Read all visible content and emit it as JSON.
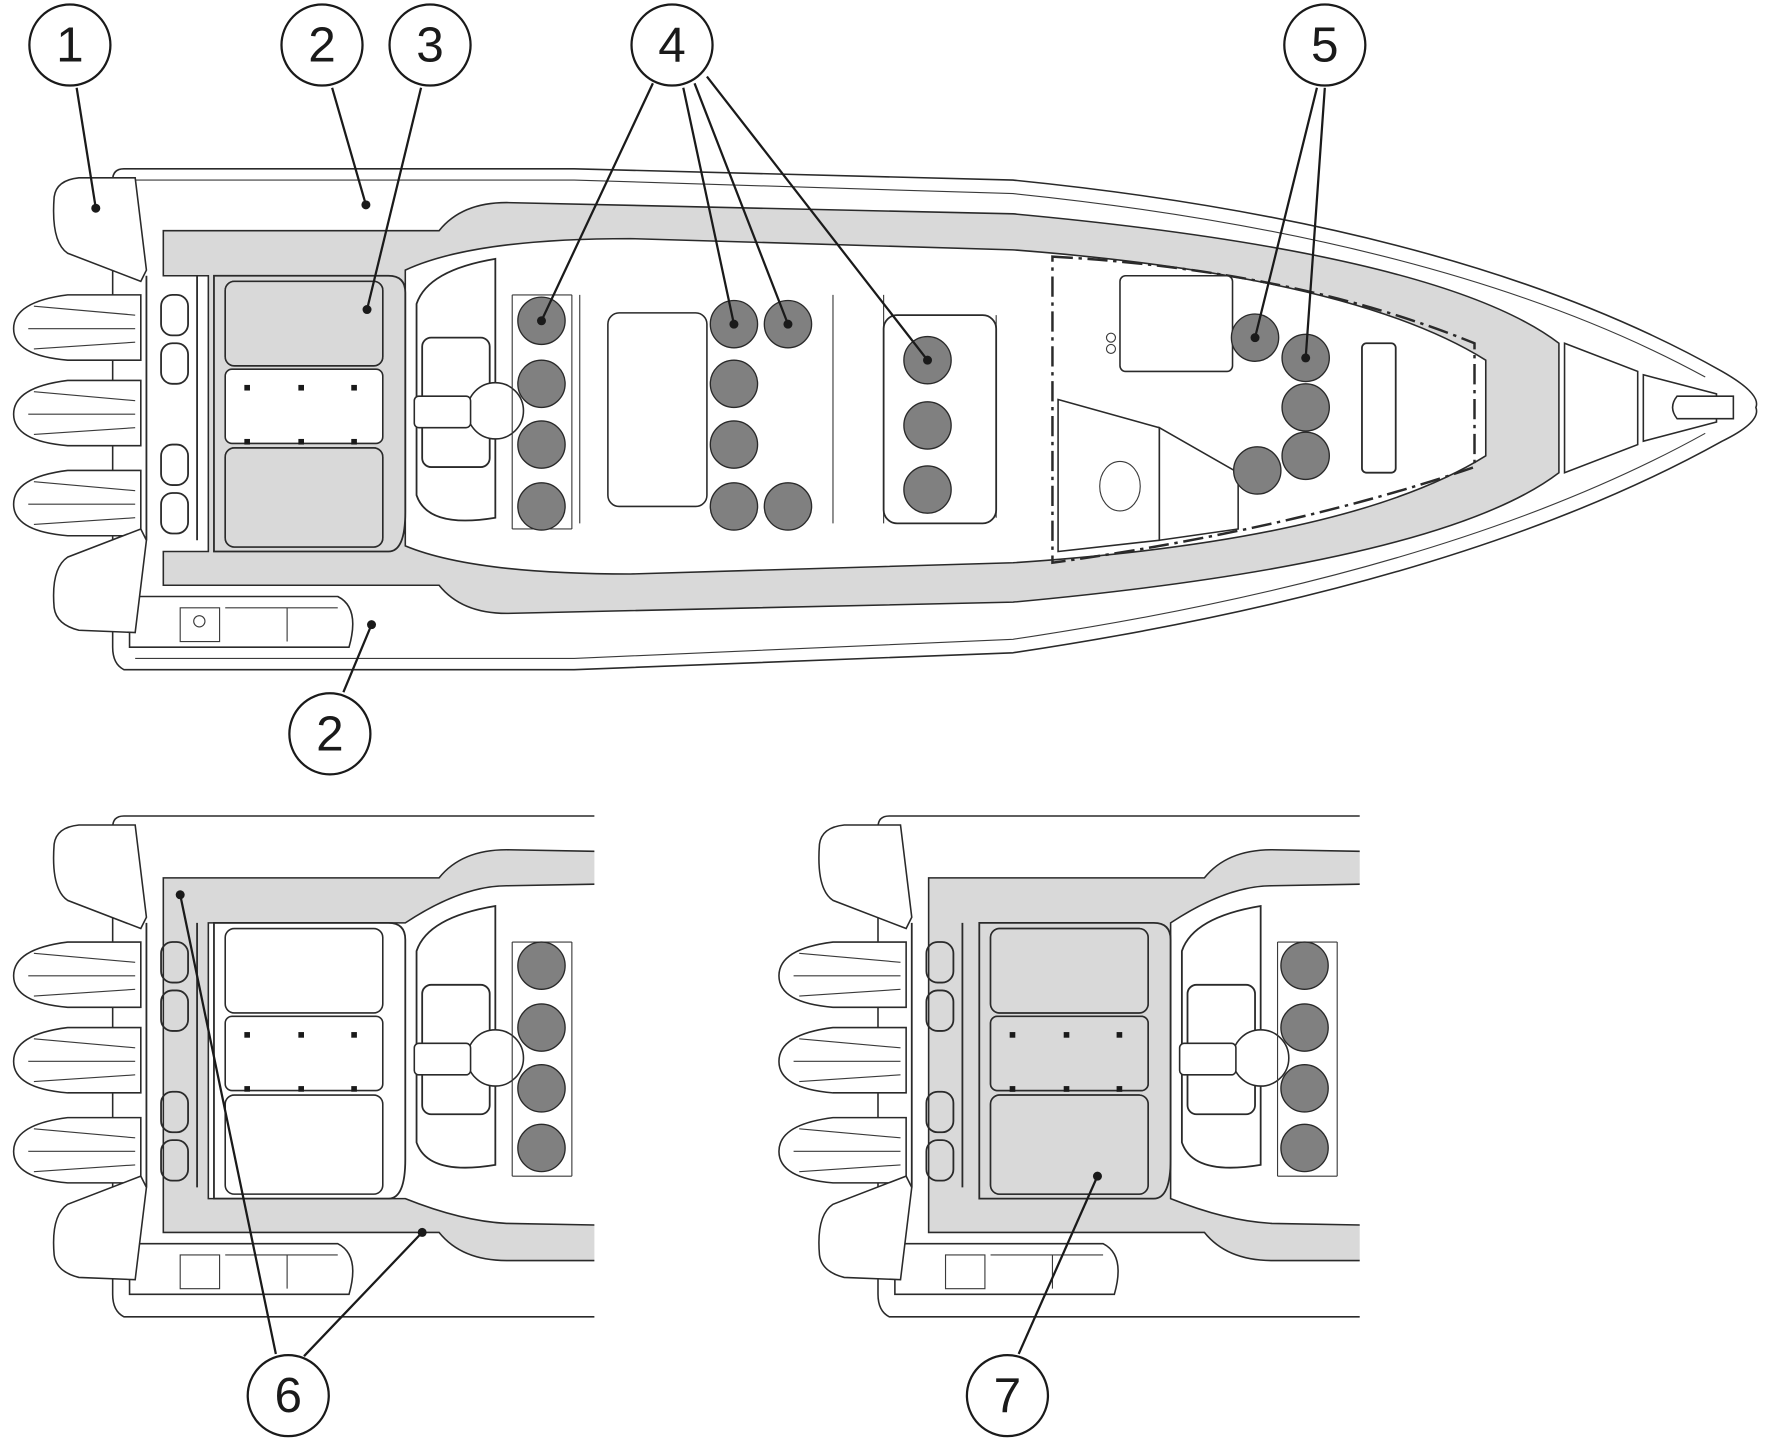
{
  "callouts": [
    {
      "id": "1",
      "label": "1"
    },
    {
      "id": "2a",
      "label": "2"
    },
    {
      "id": "3",
      "label": "3"
    },
    {
      "id": "4",
      "label": "4"
    },
    {
      "id": "5",
      "label": "5"
    },
    {
      "id": "2b",
      "label": "2"
    },
    {
      "id": "6",
      "label": "6"
    },
    {
      "id": "7",
      "label": "7"
    }
  ],
  "colors": {
    "seat_fill": "#808080",
    "highlight_area": "#d9d9d9",
    "line": "#2a2a2a"
  }
}
